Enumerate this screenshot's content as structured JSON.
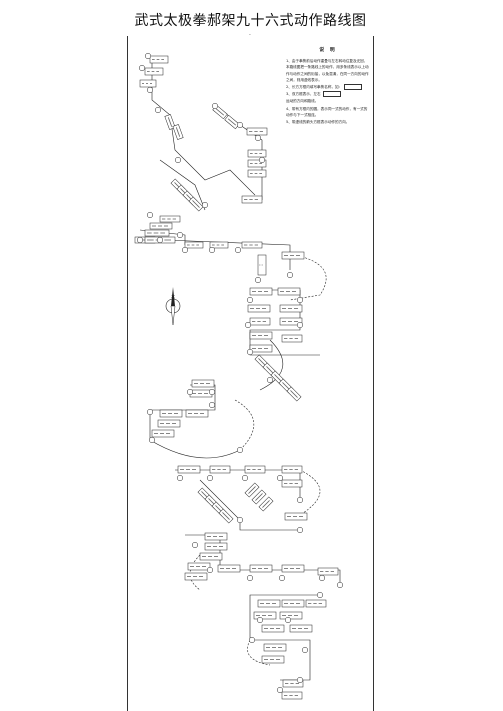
{
  "title": "武式太极拳郝架九十六式动作路线图",
  "notes": {
    "heading": "说 明",
    "paragraphs": [
      "1、由于拳势前后动作重叠与左右转动往复及迂回，本路线图把一条路线上的动作，用多条线表示以上动作与动作之间的衔接，以免混淆，在同一方向的动作之间，则用虚线表示。",
      "2、长方方框内填写拳势名称，如：",
      "3、双方框表示，左右",
      "运动的方向和路线。",
      "4、带有方框内的圆，表示同一式的动作，有一式的动作与下一式相连。",
      "5、带虚线的箭头方框表示动作的方向。"
    ]
  },
  "compass": {
    "label": "北"
  }
}
